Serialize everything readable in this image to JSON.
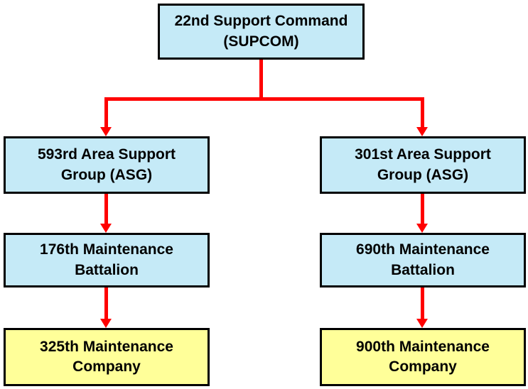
{
  "diagram": {
    "type": "org-chart",
    "colors": {
      "background": "#FFFFFF",
      "unit_fill": "#C5EAF7",
      "company_fill": "#FFFF99",
      "border": "#000000",
      "connector": "#FF0000",
      "text": "#000000"
    },
    "nodes": {
      "supcom": {
        "label": "22nd Support Command\n(SUPCOM)",
        "fill": "blue",
        "level": "command"
      },
      "asg593": {
        "label": "593rd Area Support\nGroup (ASG)",
        "fill": "blue",
        "level": "group"
      },
      "asg301": {
        "label": "301st Area Support\nGroup (ASG)",
        "fill": "blue",
        "level": "group"
      },
      "bn176": {
        "label": "176th Maintenance\nBattalion",
        "fill": "blue",
        "level": "battalion"
      },
      "bn690": {
        "label": "690th Maintenance\nBattalion",
        "fill": "blue",
        "level": "battalion"
      },
      "co325": {
        "label": "325th Maintenance\nCompany",
        "fill": "yellow",
        "level": "company"
      },
      "co900": {
        "label": "900th Maintenance\nCompany",
        "fill": "yellow",
        "level": "company"
      }
    },
    "edges": [
      {
        "from": "supcom",
        "to": "asg593"
      },
      {
        "from": "supcom",
        "to": "asg301"
      },
      {
        "from": "asg593",
        "to": "bn176"
      },
      {
        "from": "asg301",
        "to": "bn690"
      },
      {
        "from": "bn176",
        "to": "co325"
      },
      {
        "from": "bn690",
        "to": "co900"
      }
    ]
  }
}
